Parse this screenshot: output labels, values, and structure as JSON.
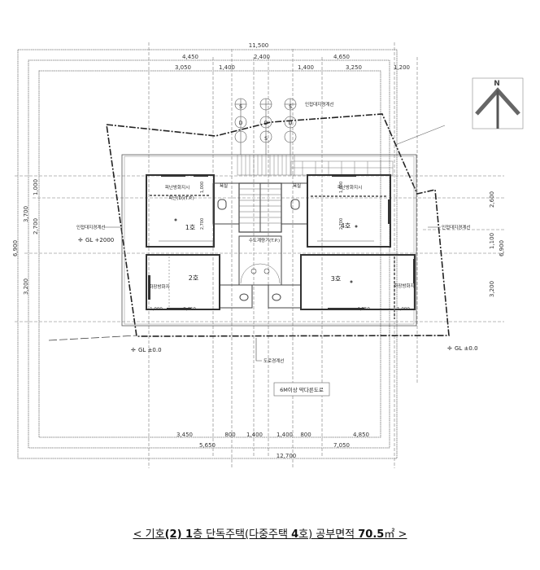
{
  "drawing": {
    "type": "floor-plan",
    "north_label": "N",
    "top_dimensions": {
      "overall": "11,500",
      "row2": [
        "4,450",
        "2,400",
        "4,650"
      ],
      "row3": [
        "3,050",
        "1,400",
        "1,400",
        "3,250",
        "1,200"
      ]
    },
    "bottom_dimensions": {
      "row1": [
        "3,450",
        "800",
        "1,400",
        "1,400",
        "800",
        "4,850"
      ],
      "row2": [
        "5,650",
        "7,050"
      ],
      "overall": "12,700"
    },
    "left_dimensions": {
      "overall": "6,900",
      "row2": [
        "3,700",
        "3,200"
      ],
      "row3": [
        "1,000",
        "2,700"
      ]
    },
    "right_dimensions": {
      "overall": "6,900",
      "row2": [
        "2,600",
        "1,100",
        "3,200"
      ]
    },
    "units": [
      {
        "name": "1호",
        "label": "피난방화지시"
      },
      {
        "name": "2호",
        "label": "화장방화지"
      },
      {
        "name": "3호",
        "label": "화장방화지"
      },
      {
        "name": "4호",
        "label": "피난방화지시"
      }
    ],
    "room_dims": {
      "unit2": [
        "1,000",
        "2,450"
      ],
      "unit3": [
        "4,850",
        "1,000"
      ],
      "unit1_v": [
        "1,000",
        "2,700"
      ],
      "unit4_v": [
        "1,000",
        "2,700"
      ]
    },
    "annotations": {
      "left_boundary": "인접대지경계선",
      "right_boundary": "인접대지경계선",
      "top_boundary": "인접대지경계선",
      "road_boundary": "도로경계선",
      "road": "6M이상 막다른도로",
      "gl_left_top": "GL +2000",
      "gl_left_bottom": "GL ±0.0",
      "gl_right_bottom": "GL ±0.0",
      "unit1_sub": "피난(D)(T.P.)",
      "stair_sub": "수도계량기(T.P.)"
    },
    "trees": [
      {
        "top": "S",
        "mid": "D",
        "bot": ""
      },
      {
        "top": "",
        "mid": "D",
        "bot": "S"
      },
      {
        "top": "S",
        "mid": "D",
        "bot": ""
      }
    ]
  },
  "caption": {
    "prefix": "< 기호",
    "num": "(2) 1",
    "mid": "층 단독주택",
    "paren_open": "(다중주택 ",
    "units": "4",
    "paren_close": "호) 공부면적 ",
    "area": "70.5",
    "unit": "㎡",
    "suffix": " >"
  }
}
